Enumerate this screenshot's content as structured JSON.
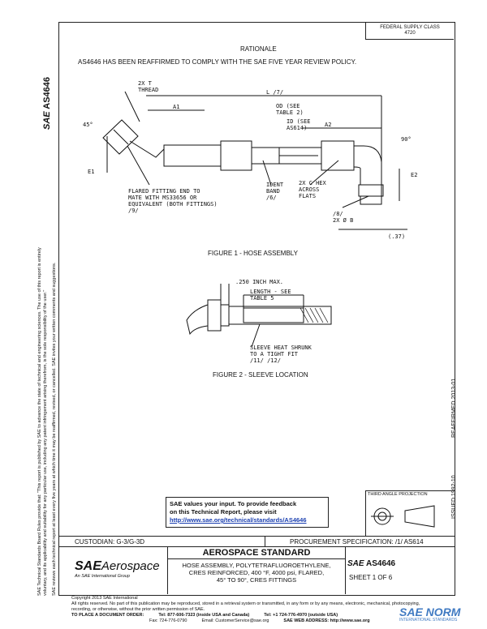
{
  "header": {
    "top_right_box": "FEDERAL SUPPLY CLASS\n4720",
    "rationale_title": "RATIONALE",
    "rationale_text": "AS4646 HAS BEEN REAFFIRMED TO COMPLY WITH THE SAE FIVE YEAR REVIEW POLICY."
  },
  "left_margin": {
    "doc_number": "AS4646",
    "sae_prefix": "SAE",
    "note_1": "SAE Technical Standards Board Rules provide that: \"This report is published by SAE to advance the state of technical and engineering sciences. The use of this report is entirely",
    "note_2": "voluntary, and its applicability and suitability for any particular use, including any patent infringement arising therefrom, is the sole responsibility of the user.\"",
    "note_3": "SAE reviews each technical report at least every five years at which time it may be reaffirmed, revised, or cancelled. SAE invites your written comments and suggestions."
  },
  "right_margin": {
    "issued": "ISSUED 1992-10",
    "reaffirmed": "REAFFIRMED 2013-01"
  },
  "figure1": {
    "caption": "FIGURE 1 - HOSE ASSEMBLY",
    "labels": {
      "thread": "2X T\nTHREAD",
      "l": "L /7/",
      "a1": "A1",
      "a2": "A2",
      "angle45": "45°",
      "angle90": "90°",
      "e1": "E1",
      "e2": "E2",
      "od": "OD (SEE\nTABLE 2)",
      "id": "ID (SEE\nAS614)",
      "flared": "FLARED FITTING END TO\nMATE WITH MS33656 OR\nEQUIVALENT (BOTH FITTINGS)\n/9/",
      "ident": "IDENT\nBAND\n/6/",
      "hex": "2X C HEX\nACROSS\nFLATS",
      "b": "/8/\n2X Ø B",
      "dim37": "(.37)"
    }
  },
  "figure2": {
    "caption": "FIGURE 2 - SLEEVE LOCATION",
    "labels": {
      "max": ".250 INCH MAX.",
      "length": "LENGTH - SEE\nTABLE 5",
      "sleeve": "SLEEVE HEAT SHRUNK\nTO A TIGHT FIT\n/11/ /12/"
    }
  },
  "projection": {
    "label": "THIRD ANGLE PROJECTION"
  },
  "feedback": {
    "line1": "SAE values your input. To provide feedback",
    "line2": "on this Technical Report, please visit",
    "url": "http://www.sae.org/technical/standards/AS4646"
  },
  "titleblock": {
    "custodian": "CUSTODIAN: G-3/G-3D",
    "procurement": "PROCUREMENT SPECIFICATION: /1/ AS614",
    "logo_sae": "SAE",
    "logo_aero": "Aerospace",
    "logo_sub": "An SAE International Group",
    "standard": "AEROSPACE STANDARD",
    "desc1": "HOSE ASSEMBLY, POLYTETRAFLUOROETHYLENE,",
    "desc2": "CRES REINFORCED, 400 °F, 4000 psi, FLARED,",
    "desc3": "45° TO 90°, CRES FITTINGS",
    "sae_small": "SAE",
    "doc": "AS4646",
    "sheet": "SHEET 1 OF 6"
  },
  "footer": {
    "copyright": "Copyright 2013 SAE International",
    "line2": "All rights reserved. No part of this publication may be reproduced, stored in a retrieval system or transmitted, in any form or by any means, electronic, mechanical, photocopying,",
    "line3": "recording, or otherwise, without the prior written permission of SAE.",
    "order_label": "TO PLACE A DOCUMENT ORDER:",
    "tel1": "Tel: 877-606-7323 (inside USA and Canada)",
    "tel2": "Tel: +1 724-776-4970 (outside USA)",
    "fax": "Fax: 724-776-0790",
    "email": "Email: CustomerService@sae.org",
    "web": "SAE WEB ADDRESS: http://www.sae.org",
    "watermark": "SAE NORM",
    "watermark_sub": "INTERNATIONAL STANDARDS"
  }
}
